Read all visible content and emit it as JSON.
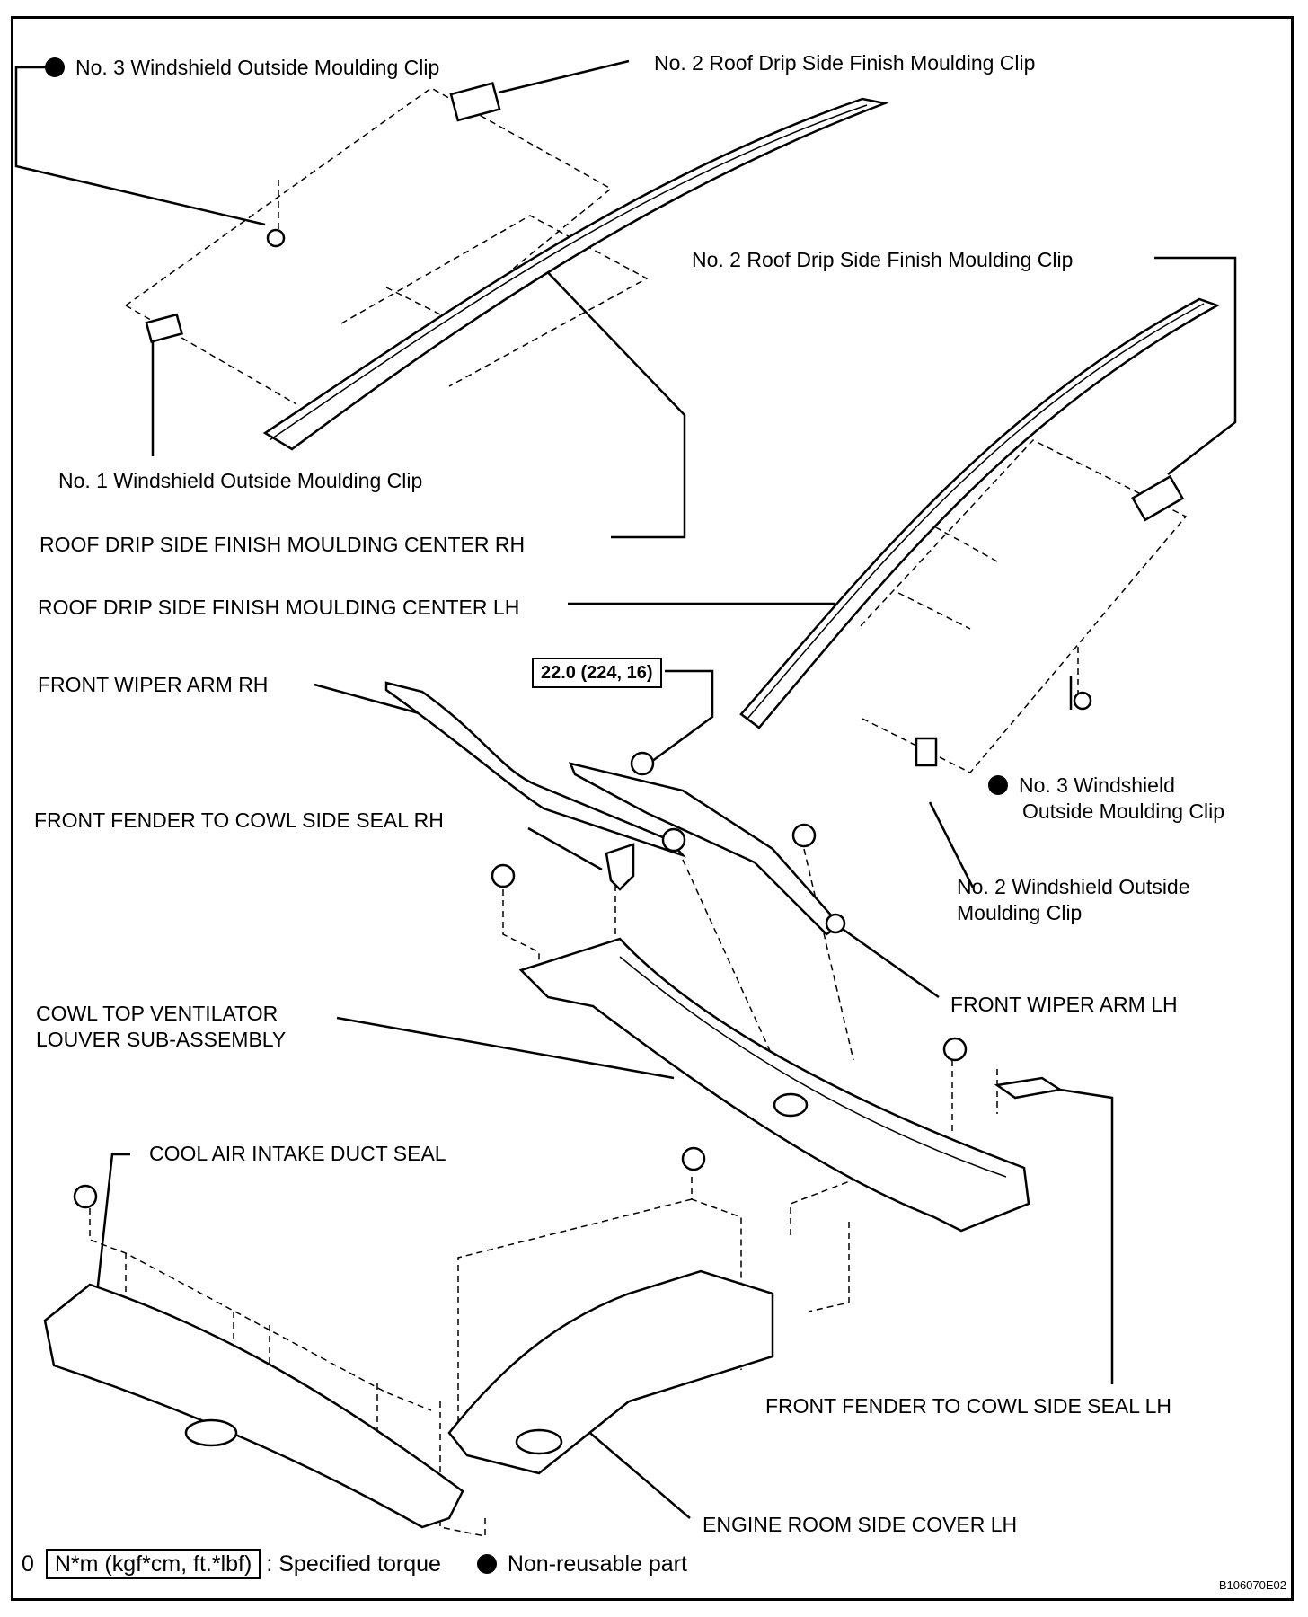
{
  "labels": {
    "clip3_top": "No. 3 Windshield Outside Moulding Clip",
    "roof_clip_top": "No. 2 Roof Drip Side Finish Moulding Clip",
    "roof_clip_mid": "No. 2 Roof Drip Side Finish Moulding Clip",
    "clip1": "No. 1 Windshield Outside Moulding Clip",
    "center_rh": "ROOF DRIP SIDE FINISH MOULDING CENTER RH",
    "center_lh": "ROOF DRIP SIDE FINISH MOULDING CENTER LH",
    "torque": "22.0 (224, 16)",
    "wiper_rh": "FRONT WIPER ARM RH",
    "clip3_right_1": "No. 3 Windshield",
    "clip3_right_2": "Outside Moulding Clip",
    "seal_rh": "FRONT FENDER TO COWL SIDE SEAL RH",
    "clip2_ws_1": "No. 2 Windshield Outside",
    "clip2_ws_2": "Moulding Clip",
    "wiper_lh": "FRONT WIPER ARM LH",
    "cowl_1": "COWL TOP VENTILATOR",
    "cowl_2": "LOUVER SUB-ASSEMBLY",
    "duct_seal": "COOL AIR INTAKE DUCT SEAL",
    "seal_lh": "FRONT FENDER TO COWL SIDE SEAL LH",
    "engine_cover": "ENGINE ROOM SIDE COVER LH"
  },
  "legend": {
    "prefix": "0",
    "unit_box": "N*m (kgf*cm, ft.*lbf)",
    "torque_text": ": Specified torque",
    "nonreusable_text": "Non-reusable part"
  },
  "diagram_id": "B106070E02"
}
